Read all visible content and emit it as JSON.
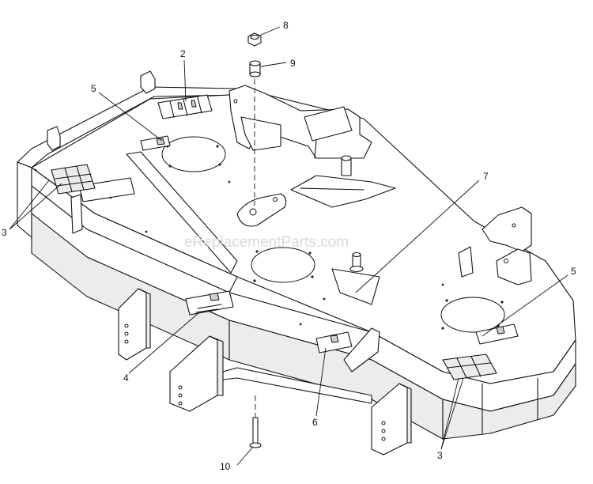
{
  "watermark": "eReplacementParts.com",
  "callouts": [
    {
      "id": "c8",
      "label": "8"
    },
    {
      "id": "c9",
      "label": "9"
    },
    {
      "id": "c2",
      "label": "2"
    },
    {
      "id": "c5a",
      "label": "5"
    },
    {
      "id": "c7",
      "label": "7"
    },
    {
      "id": "c5b",
      "label": "5"
    },
    {
      "id": "c3a",
      "label": "3"
    },
    {
      "id": "c4",
      "label": "4"
    },
    {
      "id": "c6",
      "label": "6"
    },
    {
      "id": "c10",
      "label": "10"
    },
    {
      "id": "c3b",
      "label": "3"
    }
  ]
}
